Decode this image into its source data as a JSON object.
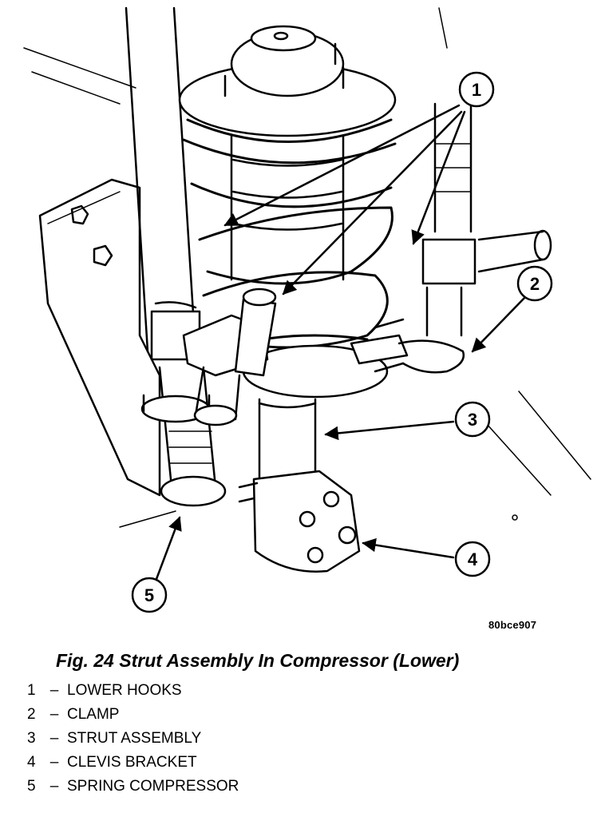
{
  "figure": {
    "code": "80bce907",
    "caption": "Fig. 24 Strut Assembly In Compressor (Lower)",
    "callouts": [
      "1",
      "2",
      "3",
      "4",
      "5"
    ]
  },
  "legend": {
    "separator": "–",
    "items": [
      {
        "number": "1",
        "label": "LOWER HOOKS"
      },
      {
        "number": "2",
        "label": "CLAMP"
      },
      {
        "number": "3",
        "label": "STRUT ASSEMBLY"
      },
      {
        "number": "4",
        "label": "CLEVIS BRACKET"
      },
      {
        "number": "5",
        "label": "SPRING COMPRESSOR"
      }
    ]
  }
}
